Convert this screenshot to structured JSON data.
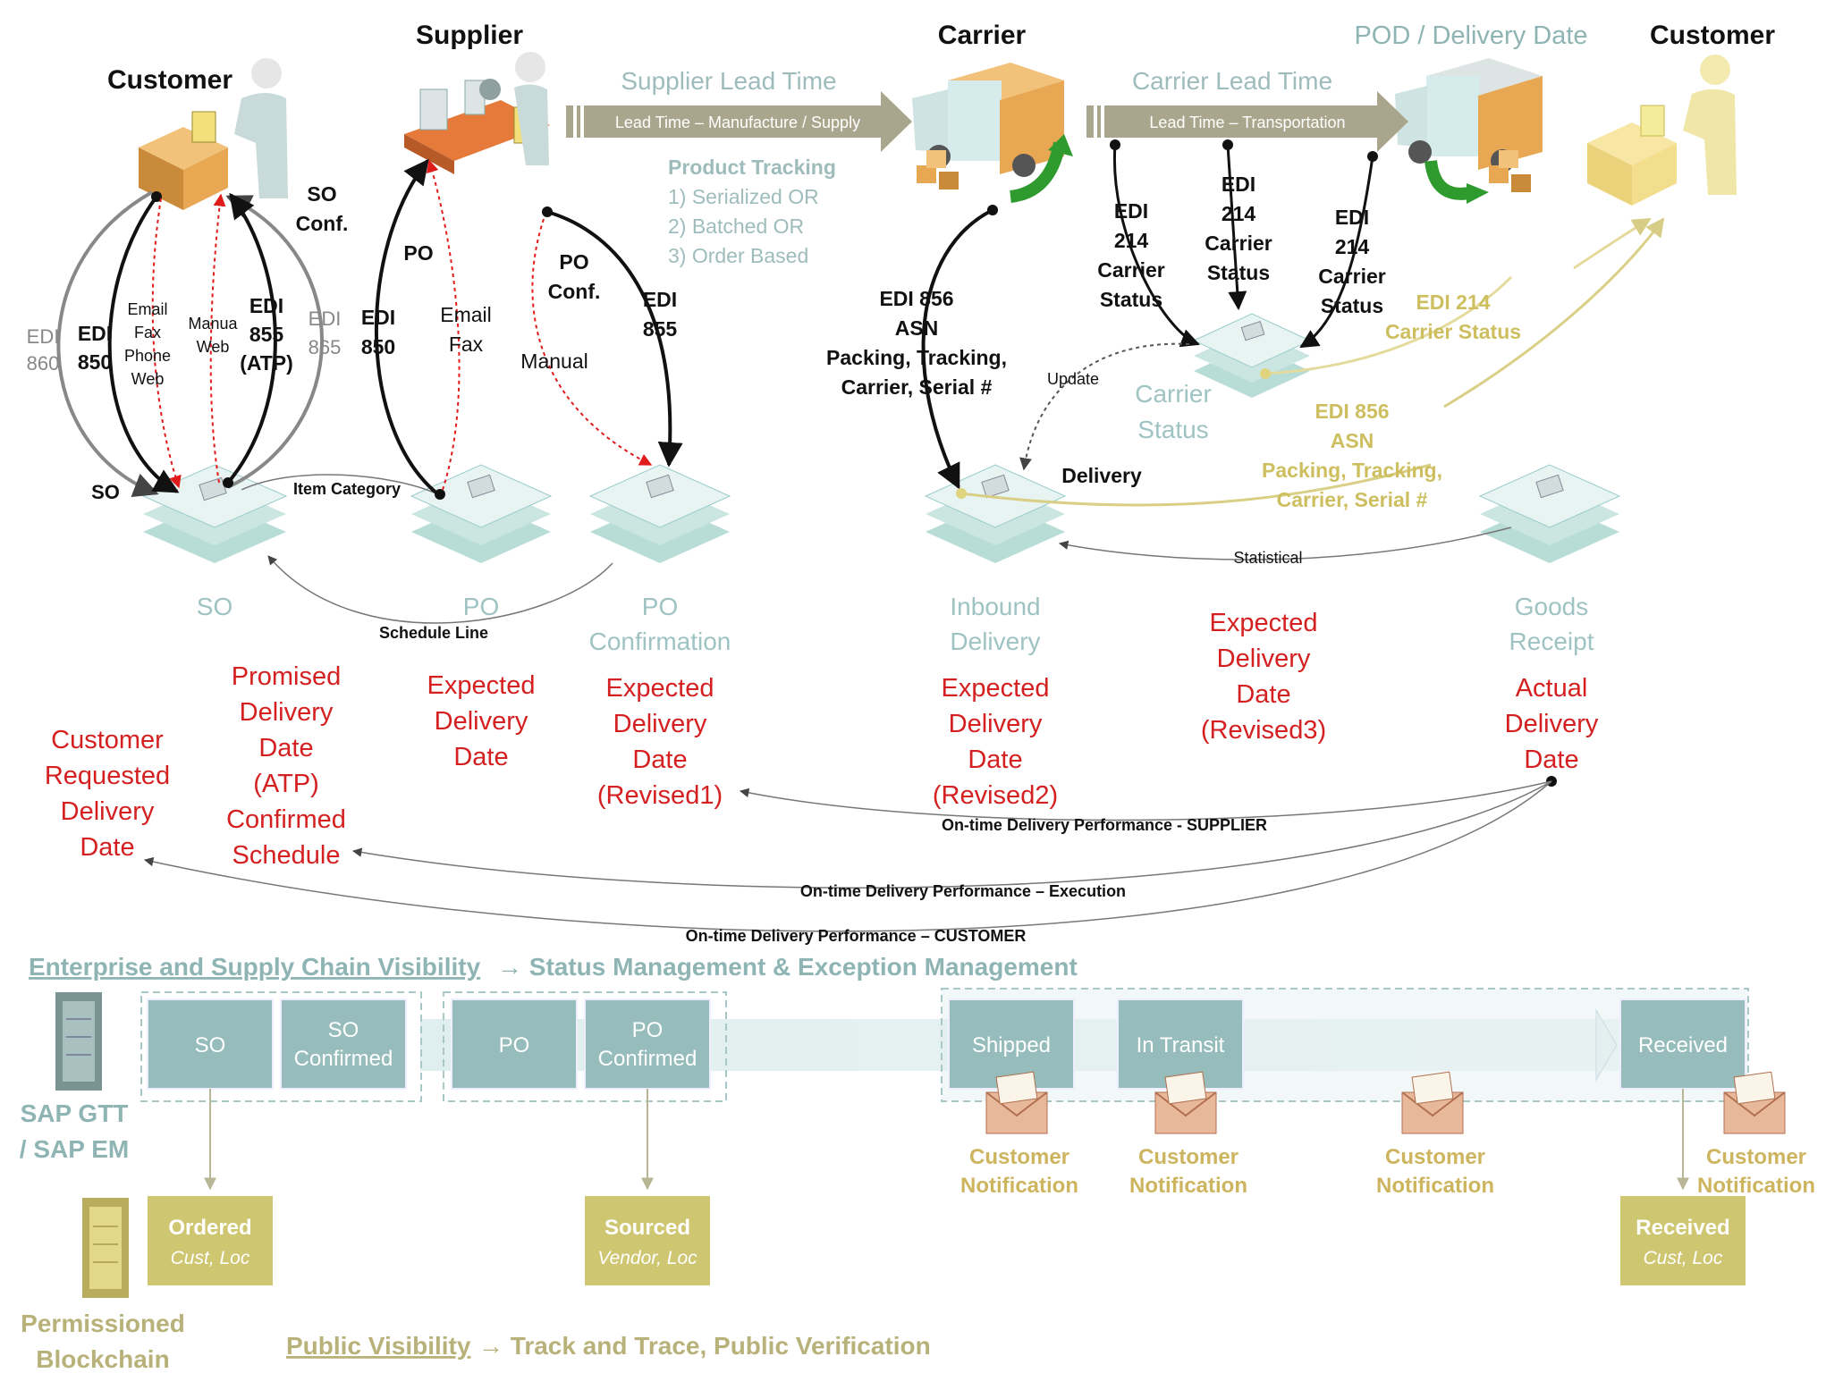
{
  "actors": {
    "customer_left": "Customer",
    "supplier": "Supplier",
    "carrier": "Carrier",
    "pod": "POD / Delivery Date",
    "customer_right": "Customer"
  },
  "lead_times": {
    "supplier_title": "Supplier Lead Time",
    "supplier_arrow": "Lead Time – Manufacture / Supply",
    "carrier_title": "Carrier Lead Time",
    "carrier_arrow": "Lead Time – Transportation"
  },
  "product_tracking": {
    "title": "Product Tracking",
    "items": [
      "1) Serialized OR",
      "2) Batched OR",
      "3) Order Based"
    ]
  },
  "flow_labels": {
    "edi860": [
      "EDI",
      "860"
    ],
    "edi850_left": [
      "EDI",
      "850"
    ],
    "channels": [
      "Email",
      "Fax",
      "Phone",
      "Web"
    ],
    "manual_web": [
      "Manua",
      "Web"
    ],
    "edi855_atp": [
      "EDI",
      "855",
      "(ATP)"
    ],
    "edi865": [
      "EDI",
      "865"
    ],
    "so_conf": [
      "SO",
      "Conf."
    ],
    "so_small": "SO",
    "po": "PO",
    "edi850_po": [
      "EDI",
      "850"
    ],
    "email_fax": [
      "Email",
      "Fax"
    ],
    "po_conf": [
      "PO",
      "Conf."
    ],
    "manual": "Manual",
    "edi855_po": [
      "EDI",
      "855"
    ],
    "item_category": "Item Category",
    "schedule_line": "Schedule Line",
    "edi856_asn": [
      "EDI 856",
      "ASN",
      "Packing, Tracking,",
      "Carrier, Serial #"
    ],
    "edi214_a": [
      "EDI",
      "214",
      "Carrier",
      "Status"
    ],
    "edi214_b": [
      "EDI",
      "214",
      "Carrier",
      "Status"
    ],
    "edi214_c": [
      "EDI",
      "214",
      "Carrier",
      "Status"
    ],
    "update": "Update",
    "delivery": "Delivery",
    "statistical": "Statistical",
    "edi214_gold": [
      "EDI 214",
      "Carrier Status"
    ],
    "edi856_gold": [
      "EDI 856",
      "ASN",
      "Packing, Tracking,",
      "Carrier, Serial #"
    ]
  },
  "documents": {
    "so": [
      "SO"
    ],
    "po": [
      "PO"
    ],
    "po_confirmation": [
      "PO",
      "Confirmation"
    ],
    "inbound_delivery": [
      "Inbound",
      "Delivery"
    ],
    "carrier_status": [
      "Carrier",
      "Status"
    ],
    "goods_receipt": [
      "Goods",
      "Receipt"
    ]
  },
  "dates": {
    "customer_requested": [
      "Customer",
      "Requested",
      "Delivery",
      "Date"
    ],
    "promised": [
      "Promised",
      "Delivery",
      "Date",
      "(ATP)",
      "Confirmed",
      "Schedule"
    ],
    "expected": [
      "Expected",
      "Delivery",
      "Date"
    ],
    "expected_r1": [
      "Expected",
      "Delivery",
      "Date",
      "(Revised1)"
    ],
    "expected_r2": [
      "Expected",
      "Delivery",
      "Date",
      "(Revised2)"
    ],
    "expected_r3": [
      "Expected",
      "Delivery",
      "Date",
      "(Revised3)"
    ],
    "actual": [
      "Actual",
      "Delivery",
      "Date"
    ]
  },
  "performance": {
    "supplier": "On-time Delivery Performance - SUPPLIER",
    "execution": "On-time Delivery Performance – Execution",
    "customer": "On-time Delivery Performance – CUSTOMER"
  },
  "visibility": {
    "enterprise_link": "Enterprise and Supply Chain Visibility",
    "enterprise_rest": "→ Status Management & Exception Management",
    "public_link": "Public Visibility",
    "public_rest": "→ Track and Trace, Public Verification"
  },
  "systems": {
    "sap": [
      "SAP GTT",
      "/ SAP EM"
    ],
    "blockchain": [
      "Permissioned",
      "Blockchain"
    ]
  },
  "status_steps": {
    "so": [
      "SO"
    ],
    "so_confirmed": [
      "SO",
      "Confirmed"
    ],
    "po": [
      "PO"
    ],
    "po_confirmed": [
      "PO",
      "Confirmed"
    ],
    "shipped": [
      "Shipped"
    ],
    "in_transit": [
      "In Transit"
    ],
    "received": [
      "Received"
    ]
  },
  "notification": [
    "Customer",
    "Notification"
  ],
  "public_steps": {
    "ordered": {
      "title": "Ordered",
      "sub": "Cust, Loc"
    },
    "sourced": {
      "title": "Sourced",
      "sub": "Vendor, Loc"
    },
    "received": {
      "title": "Received",
      "sub": "Cust, Loc"
    }
  },
  "colors": {
    "dark": "#111111",
    "red": "#d42020",
    "teal_text": "#8fb4b4",
    "teal_box": "#96bcbc",
    "olive": "#a9a68d",
    "gold": "#cdbf5f",
    "gold_box": "#cfc672",
    "green": "#2f9b2f"
  }
}
